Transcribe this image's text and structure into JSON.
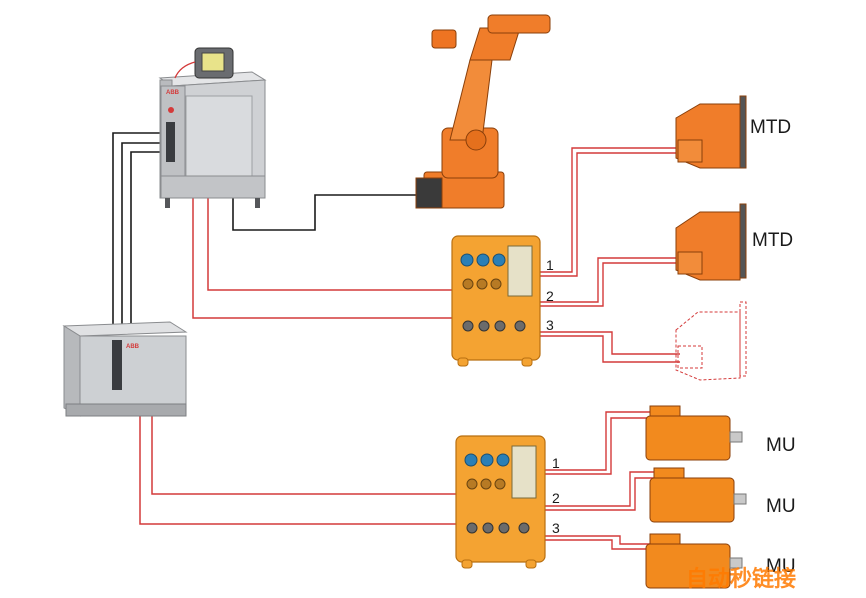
{
  "labels": {
    "motor_top": "MTD",
    "motor_mid": "MTD",
    "mu_1": "MU",
    "mu_2": "MU",
    "mu_3": "MU",
    "sdb1_port1": "1",
    "sdb1_port2": "2",
    "sdb1_port3": "3",
    "sdb2_port1": "1",
    "sdb2_port2": "2",
    "sdb2_port3": "3",
    "controller_logo": "ABB",
    "drive_module_logo": "ABB"
  },
  "watermark": "自动秒链接",
  "colors": {
    "cable_red": "#d43a3a",
    "cable_black": "#1a1a1a",
    "robot_orange": "#f07d2a",
    "box_orange": "#f4a332",
    "motor_orange": "#f28a1e",
    "cabinet_gray": "#c7c9cc"
  }
}
